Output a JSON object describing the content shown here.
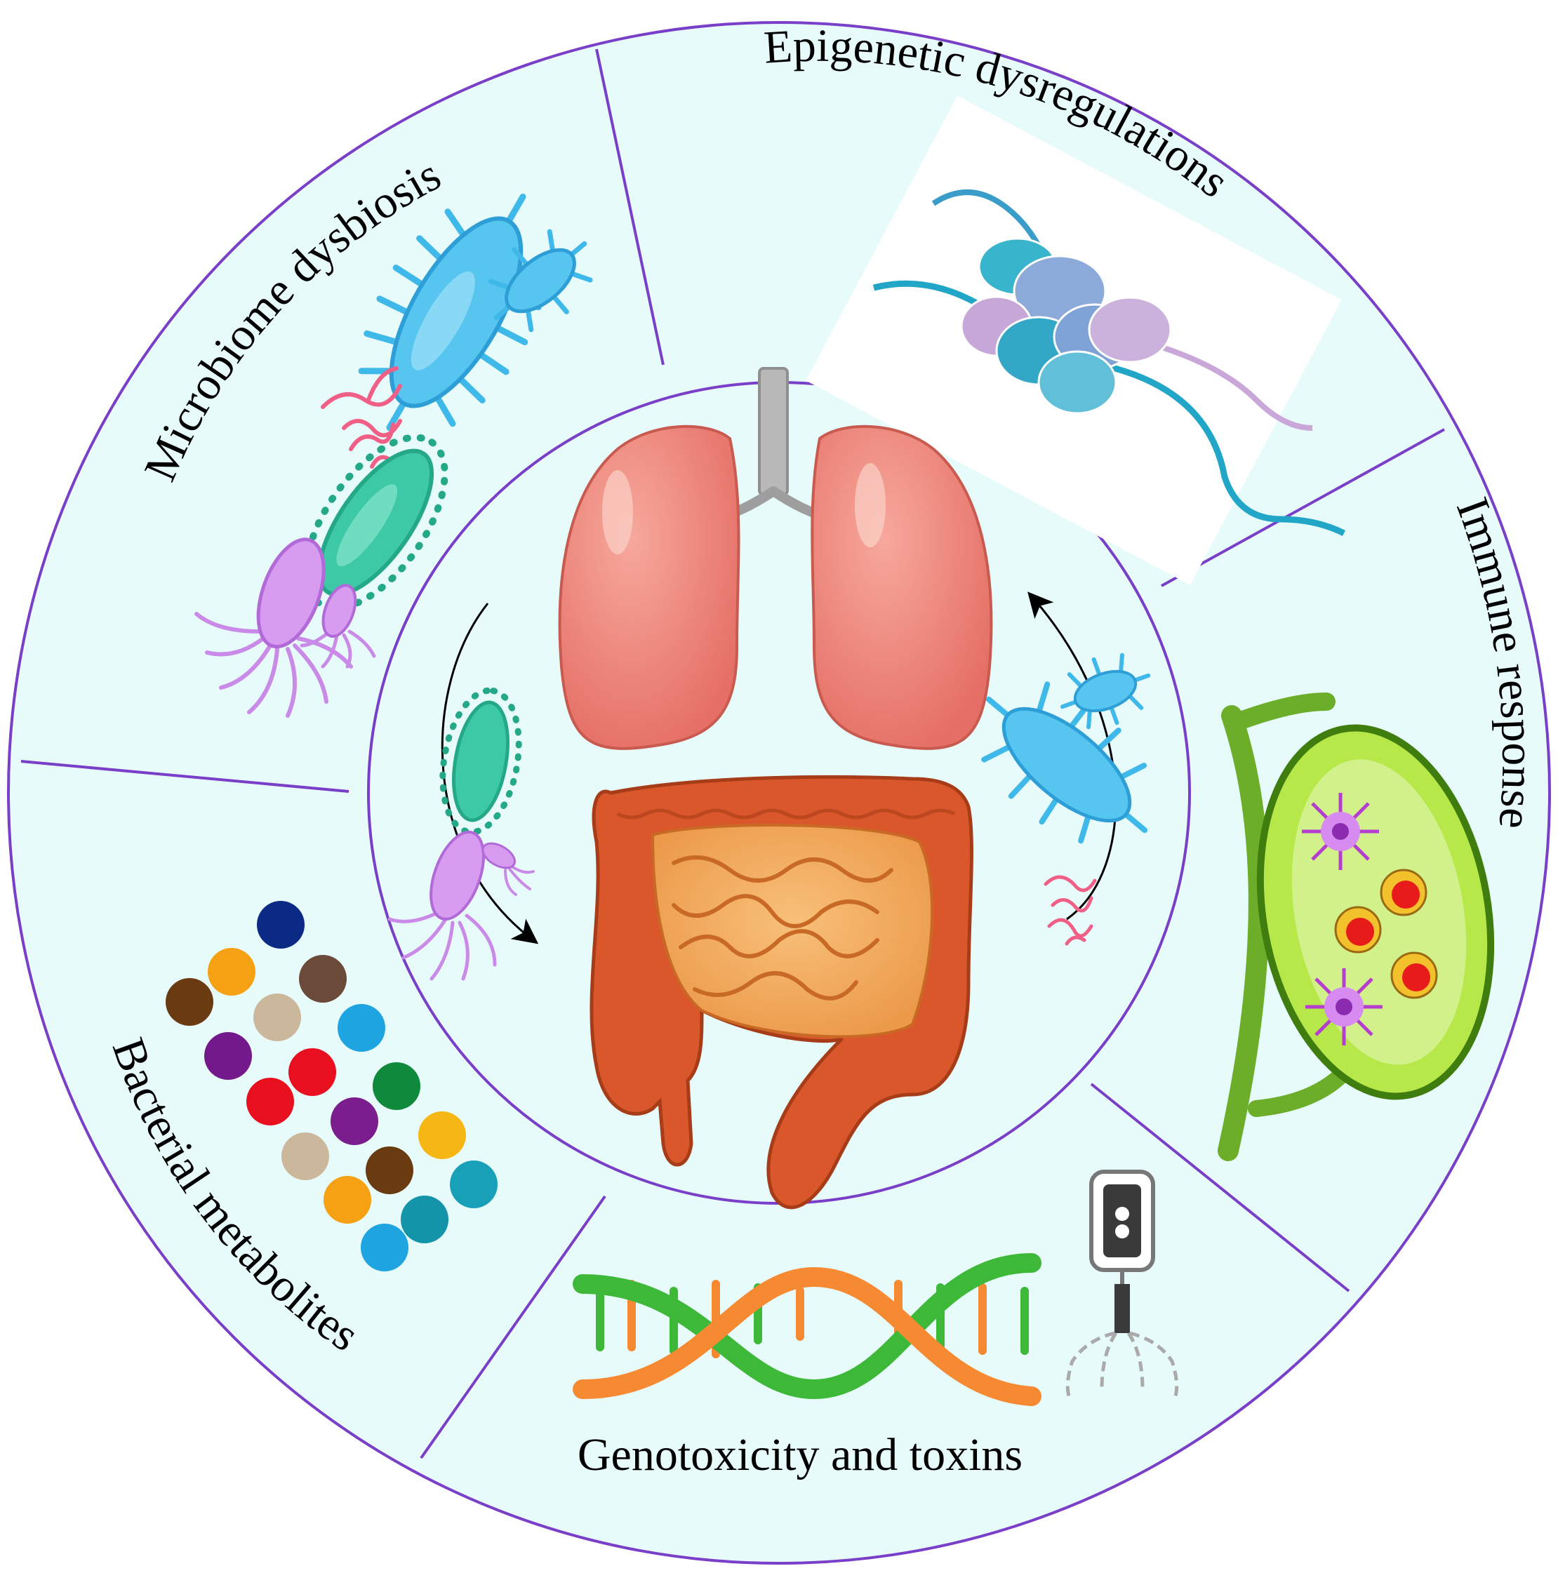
{
  "diagram": {
    "center_labels": [],
    "segments": [
      {
        "id": "microbiome",
        "label": "Microbiome dysbiosis",
        "icon": "bacteria-cluster-icon"
      },
      {
        "id": "epigenetic",
        "label": "Epigenetic dysregulations",
        "icon": "nucleosome-icon"
      },
      {
        "id": "immune",
        "label": "Immune response",
        "icon": "lymph-node-icon"
      },
      {
        "id": "genotoxicity",
        "label": "Genotoxicity and toxins",
        "icon": "dna-helix-icon"
      },
      {
        "id": "metabolites",
        "label": "Bacterial metabolites",
        "icon": "metabolite-dots-icon"
      }
    ],
    "center": {
      "organs": [
        "lungs-icon",
        "intestine-icon"
      ],
      "arrows": [
        "lung-to-gut-arrow",
        "gut-to-lung-arrow"
      ]
    },
    "colors": {
      "ring_fill": "#e8fbfb",
      "ring_stroke": "#7a3fc9",
      "lung": "#ef8a80",
      "intestine_outer": "#d9572a",
      "intestine_inner": "#f3a862",
      "bacteria_blue": "#3fb8ea",
      "bacteria_green": "#3ec9a6",
      "protist_purple": "#c98ae8",
      "fiber_pink": "#ef5f86",
      "dna_green": "#3db838",
      "dna_orange": "#f58a32",
      "lymph_green": "#a3d93a"
    },
    "metabolite_dot_colors": [
      "#0b2a86",
      "#f6a113",
      "#6b4a3a",
      "#6a3a10",
      "#cbb79c",
      "#1ea4e0",
      "#74198c",
      "#e8101e",
      "#0f8a3c",
      "#e8101e",
      "#7a1e8e",
      "#f6b613",
      "#cbb79c",
      "#6a3a10",
      "#18a0b8",
      "#f6a113",
      "#1494a8",
      "#1ea4e0"
    ]
  }
}
